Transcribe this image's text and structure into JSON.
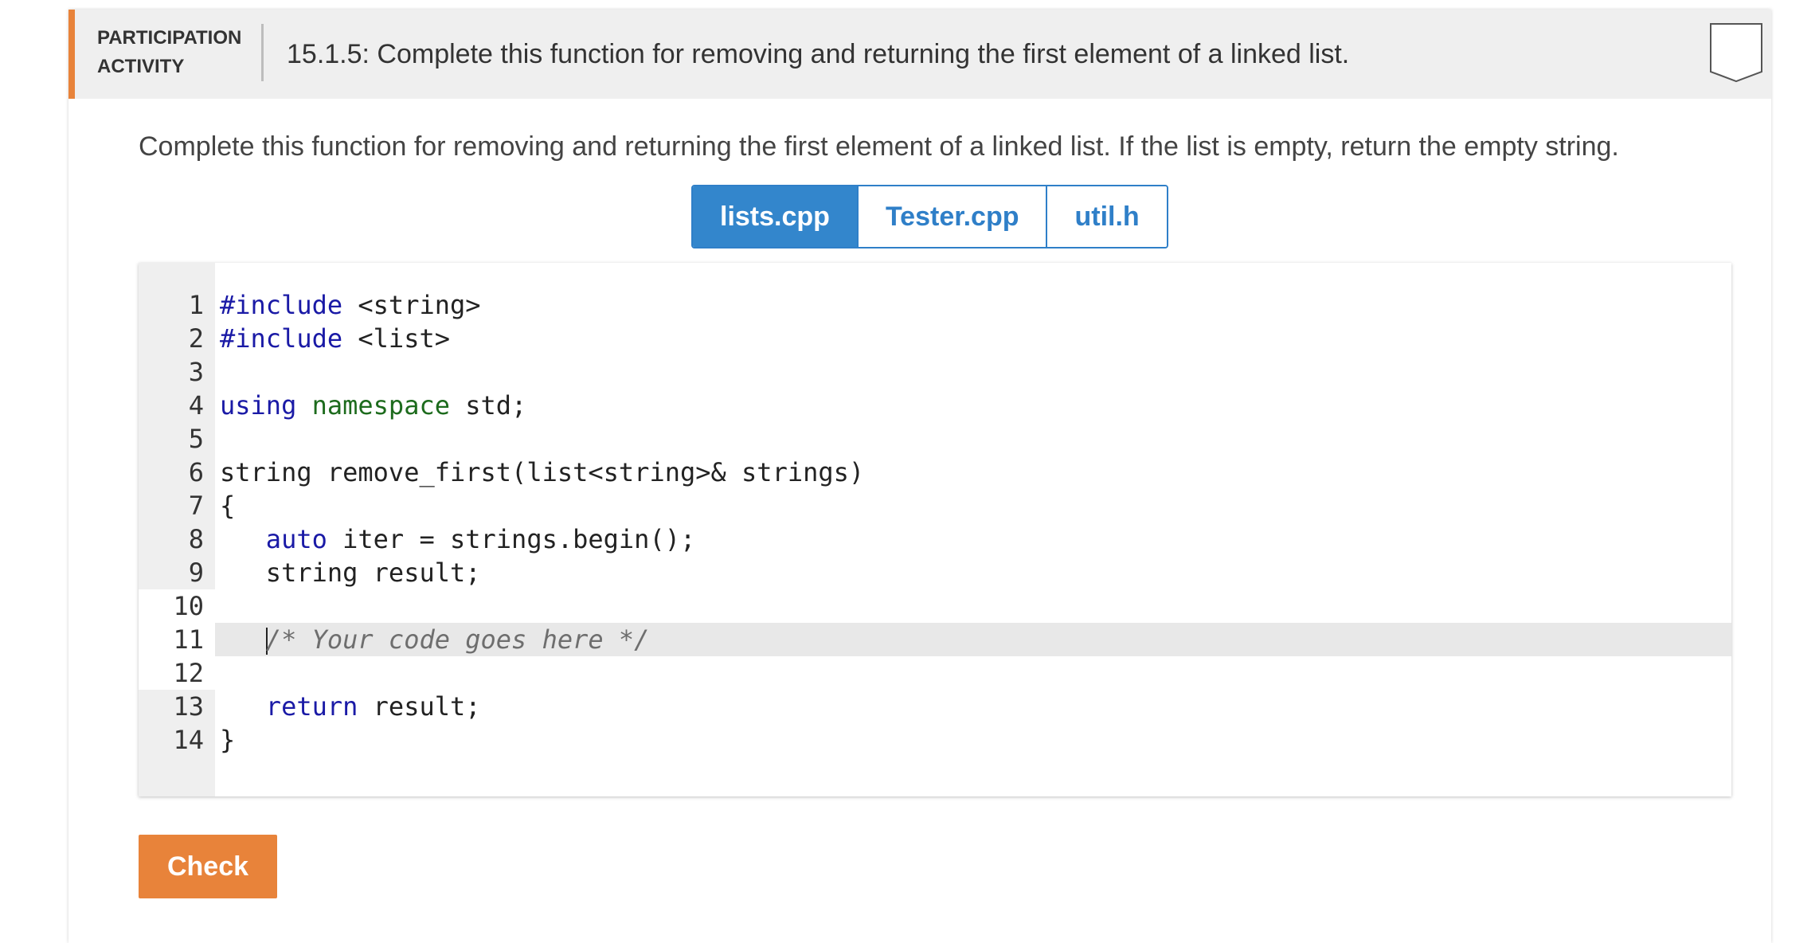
{
  "header": {
    "label_line1": "PARTICIPATION",
    "label_line2": "ACTIVITY",
    "title": "15.1.5: Complete this function for removing and returning the first element of a linked list."
  },
  "instructions": "Complete this function for removing and returning the first element of a linked list. If the list is empty, return the empty string.",
  "tabs": [
    {
      "label": "lists.cpp",
      "active": true
    },
    {
      "label": "Tester.cpp",
      "active": false
    },
    {
      "label": "util.h",
      "active": false
    }
  ],
  "editor": {
    "line_numbers": [
      "1",
      "2",
      "3",
      "4",
      "5",
      "6",
      "7",
      "8",
      "9",
      "10",
      "11",
      "12",
      "13",
      "14"
    ],
    "lines": [
      {
        "t1": "#include",
        "t2": " <string>"
      },
      {
        "t1": "#include",
        "t2": " <list>"
      },
      {},
      {
        "t1": "using",
        "t2": " ",
        "t3": "namespace",
        "t4": " std;"
      },
      {},
      {
        "t1": "string remove_first(list<string>& strings)"
      },
      {
        "t1": "{"
      },
      {
        "t1": "   ",
        "t2": "auto",
        "t3": " iter = strings.begin();"
      },
      {
        "t1": "   string result;"
      },
      {},
      {
        "t1": "   ",
        "t2": "/* Your code goes here */"
      },
      {},
      {
        "t1": "   ",
        "t2": "return",
        "t3": " result;"
      },
      {
        "t1": "}"
      }
    ]
  },
  "check_button": "Check",
  "colors": {
    "accent_orange": "#e8833a",
    "tab_blue": "#3386cc"
  }
}
